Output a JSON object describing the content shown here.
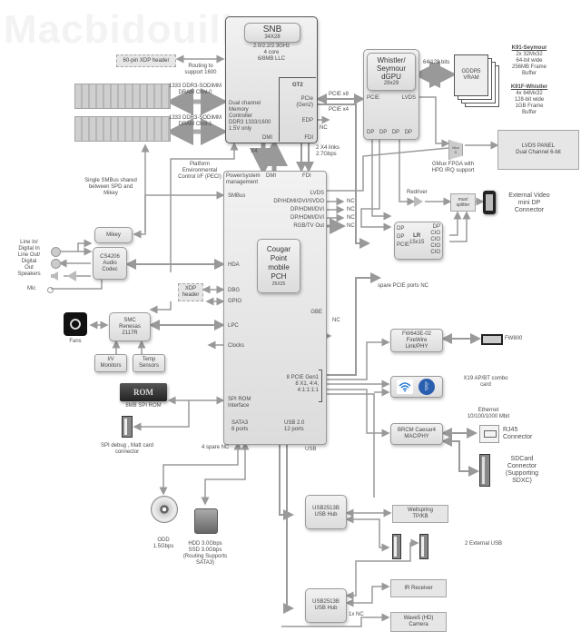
{
  "watermark": "Macbidouille",
  "cpu": {
    "name": "SNB",
    "package": "34X28",
    "spec_lines": [
      "2.0/2.2/2.3GHz",
      "4 core",
      "6/8MB LLC"
    ],
    "memctrl_lines": [
      "Dual channel",
      "Memory",
      "Controller",
      "DDR3 1333/1600",
      "1.5V only"
    ],
    "dmi": "DMI",
    "gt2": "GT2",
    "pcie": [
      "PCIe",
      "(Gen2)"
    ],
    "edp": "EDP",
    "fdi": "FDI"
  },
  "xdp_header_top": "60-pin XDP header",
  "routing_note": [
    "Routing to",
    "support 1600"
  ],
  "dimm0": [
    "1333 DDR3-SODIMM",
    "DRAM Chnl-0"
  ],
  "dimm1": [
    "1333 DDR3-SODIMM",
    "DRAM Chnl-1"
  ],
  "links": {
    "x4": "X4",
    "dmi": "DMI",
    "fdi_links": [
      "2 X4 links",
      "2.7Gbps"
    ],
    "pcie_x8": "PCIE x8",
    "pcie_x4": "PCIE x4",
    "edp_nc": "NC",
    "bits": "64/128 bits"
  },
  "gpu": {
    "name": [
      "Whistler/",
      "Seymour",
      "dGPU"
    ],
    "package": "29x29",
    "pcie": "PCIE",
    "lvds": "LVDS",
    "dp": [
      "DP",
      "DP",
      "DP",
      "DP"
    ]
  },
  "vram": [
    "GDDR5",
    "VRAM"
  ],
  "k91": {
    "title": "K91-Seymour",
    "lines": [
      "2x 32Mx32",
      "64-bit wide",
      "256MB Frame",
      "Buffer"
    ]
  },
  "k91f": {
    "title": "K91F-Whistler",
    "lines": [
      "4x 64Mx32",
      "128-bit wide",
      "1GB Frame",
      "Buffer"
    ]
  },
  "gmux": {
    "label": [
      "Mux",
      "S"
    ],
    "caption": [
      "GMux FPGA with",
      "HPD IRQ support"
    ]
  },
  "lvds_panel": [
    "LVDS PANEL",
    "Dual Channel 6-bit"
  ],
  "smbus_note": [
    "Single SMBus shared",
    "between SPD and",
    "Mikey"
  ],
  "peci_note": [
    "Platform",
    "Environmental",
    "Control I/F (PECI)"
  ],
  "pch": {
    "name": [
      "Cougar",
      "Point",
      "mobile",
      "PCH"
    ],
    "package": "25X25",
    "power": [
      "Power/system",
      "management"
    ],
    "dmi": "DMI",
    "fdi": "FDI",
    "smbus": "SMBus",
    "lvds": "LVDS",
    "display_outs": [
      "DP/HDMI/DVI/SVDO",
      "DP/HDMI/DVI",
      "DP/HDMI/DVI",
      "RGB/TV Out"
    ],
    "hda": "HDA",
    "dbg": "DBG",
    "gpio": "GPIO",
    "lpc": "LPC",
    "clocks": "Clocks",
    "gbe": "GBE",
    "pcie": [
      "8 PCIE Gen1",
      "8 X1, 4:4,",
      "4:1:1:1:1"
    ],
    "spirom": [
      "SPI ROM",
      "Interface"
    ],
    "sata": [
      "SATA3",
      "6 ports"
    ],
    "usb": [
      "USB 2.0",
      "12 ports"
    ]
  },
  "nc": "NC",
  "redriver": "Redriver",
  "mux_splitter": [
    "mux/",
    "splitter"
  ],
  "ext_video": [
    "External Video",
    "mini DP",
    "Connector"
  ],
  "lr": {
    "name": "LR",
    "package": "15x15",
    "left": [
      "DP",
      "DP",
      "PCIE"
    ],
    "right": [
      "DP",
      "CIO",
      "CIO",
      "CIO",
      "CIO"
    ]
  },
  "audio": {
    "mikey": "Mikey",
    "codec": [
      "CS4206",
      "Audio",
      "Codec"
    ],
    "ports": [
      "Line In/",
      "Digital In",
      "Line Out/",
      "Digital",
      "Out",
      "Speakers"
    ],
    "mic": "Mic"
  },
  "xdp_header_pch": [
    "XDP",
    "header"
  ],
  "smc": [
    "SMC",
    "Renesas",
    "2117R"
  ],
  "fans": "Fans",
  "iv_monitors": [
    "I/V",
    "Monitors"
  ],
  "temp_sensors": [
    "Temp",
    "Sensors"
  ],
  "rom": {
    "label": "ROM",
    "caption": "8MB SPI ROM"
  },
  "spi_debug": [
    "SPI debug , Matt card",
    "connector"
  ],
  "spare_sata": "4 spare NC",
  "usb_label": "USB",
  "odd": [
    "ODD",
    "1.5Gbps"
  ],
  "hdd": [
    "HDD 3.0Gbps",
    "SSD 3.0Gbps",
    "(Routing Supports",
    "SATA3)"
  ],
  "spare_pcie": "spare PCIE ports NC",
  "firewire": {
    "chip": [
      "FW643E-02",
      "FireWire",
      "Link/PHY"
    ],
    "port": "FW800"
  },
  "airport": {
    "caption": [
      "X19 AP/BT combo",
      "card"
    ],
    "wifi_label": "AirPort"
  },
  "ethernet": {
    "chip": [
      "BRCM Caesar4",
      "MAC/PHY"
    ],
    "speed": [
      "Ethernet",
      "10/100/1000 Mbit"
    ],
    "port": [
      "RJ45",
      "Connector"
    ]
  },
  "sdcard": [
    "SDCard",
    "Connector",
    "(Supporting",
    "SDXC)"
  ],
  "usb_hub1": [
    "USB2513B",
    "USB Hub"
  ],
  "usb_hub2": [
    "USB2513B",
    "USB Hub"
  ],
  "wellspring": [
    "Wellspring",
    "TP/KB"
  ],
  "ext_usb": "2 External USB",
  "ir": "IR Receiver",
  "one_nc": "1x NC",
  "camera": [
    "Wave5 (HD)",
    "Camera"
  ]
}
